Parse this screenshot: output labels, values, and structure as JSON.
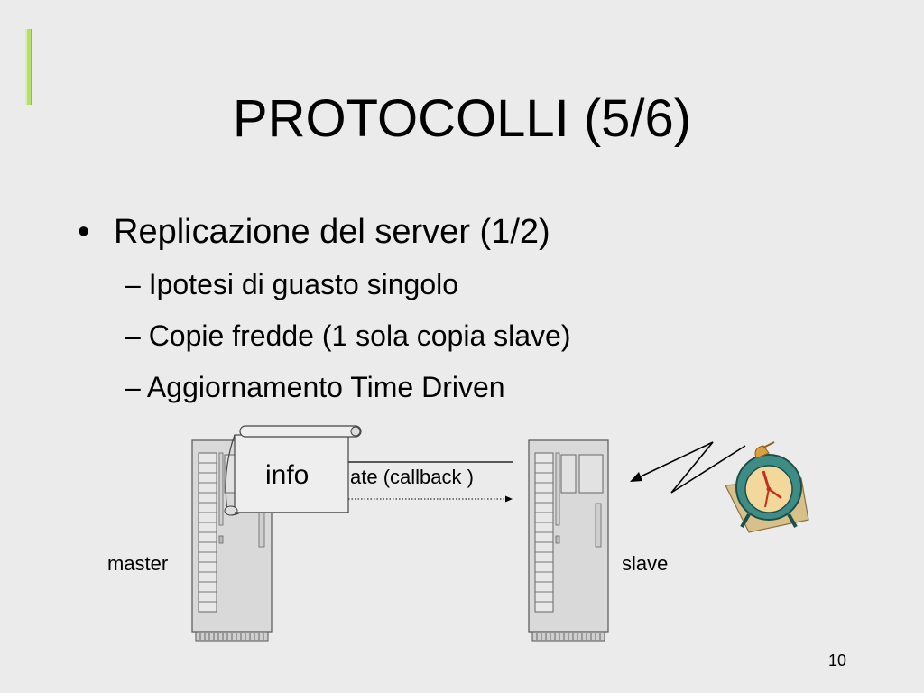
{
  "slide": {
    "title": "PROTOCOLLI (5/6)",
    "bullet_marker": "•",
    "bullet": "Replicazione del server (1/2)",
    "sub_items": [
      "– Ipotesi di guasto singolo",
      "– Copie fredde (1 sola copia slave)",
      "– Aggiornamento Time Driven"
    ],
    "page_number": "10"
  },
  "diagram": {
    "master_label": "master",
    "slave_label": "slave",
    "info_label": "info",
    "arrow_label": "ate (callback )"
  },
  "colors": {
    "accent": "#b4e06a",
    "background": "#ebebeb",
    "server_fill": "#d9d9d9",
    "clock_body": "#3e8c86",
    "clock_face": "#f2d89a"
  },
  "icons": [
    "server-icon",
    "scroll-icon",
    "alarm-clock-icon",
    "lightning-arrow-icon"
  ]
}
